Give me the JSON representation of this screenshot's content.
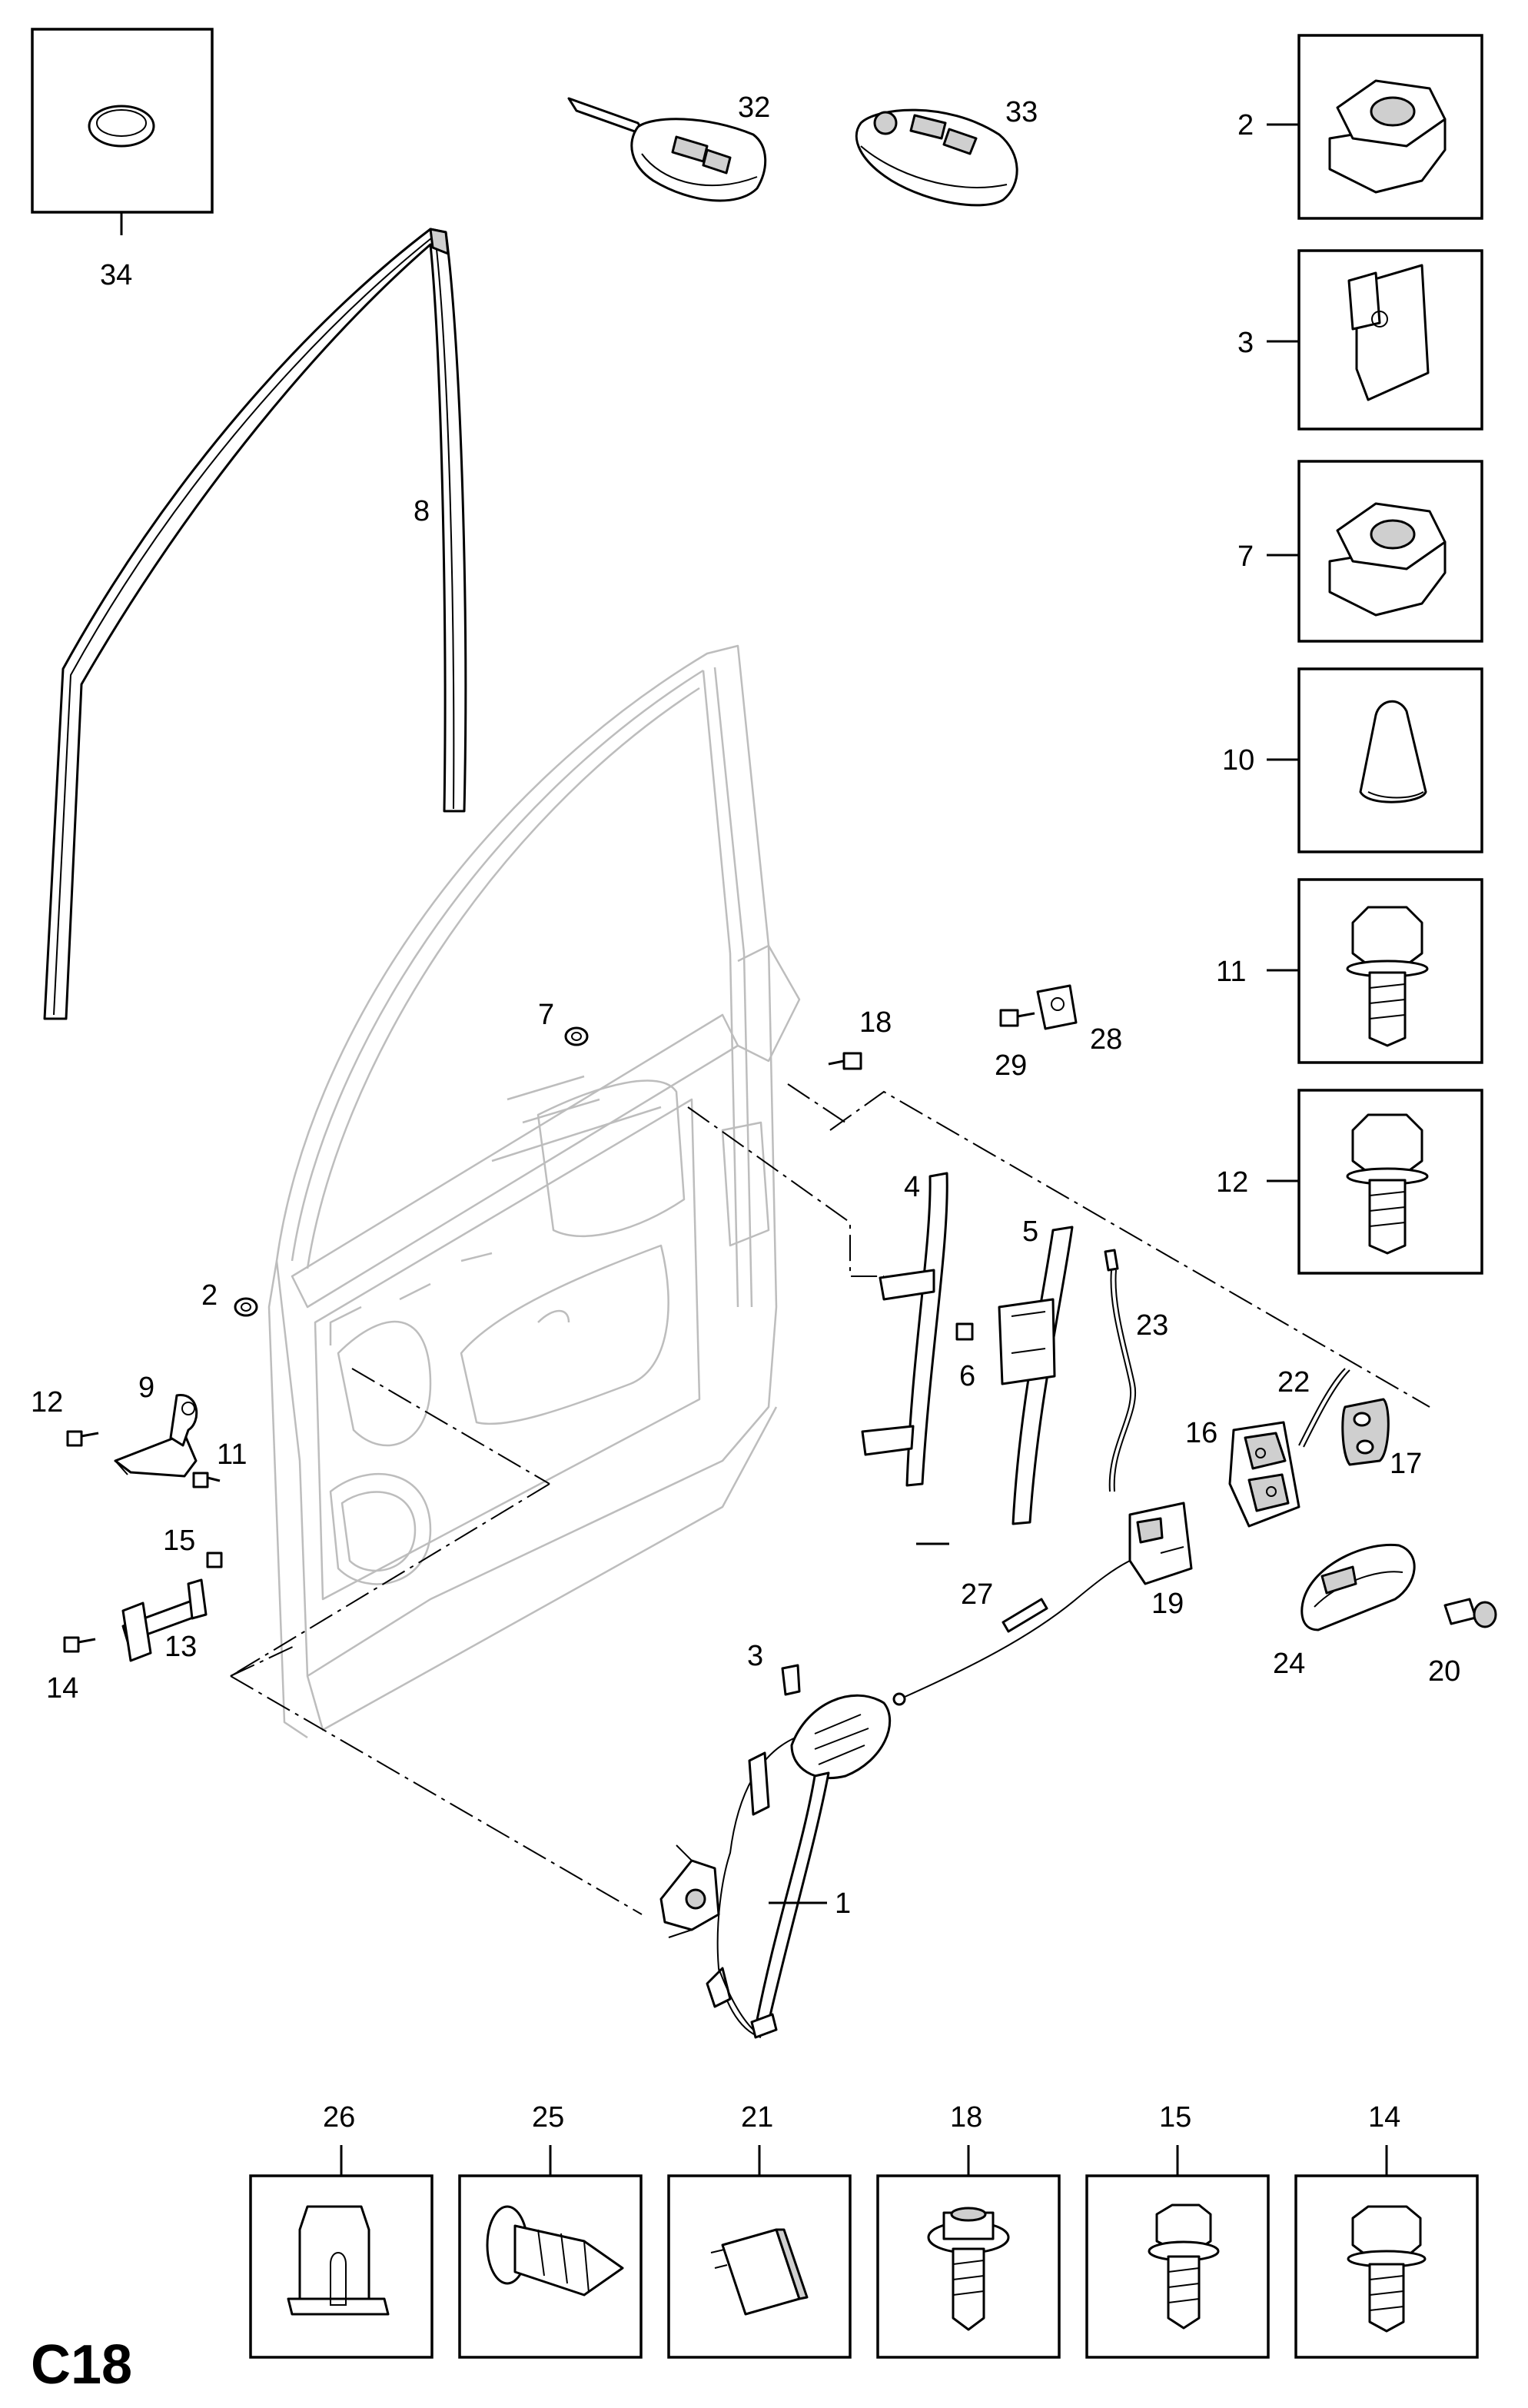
{
  "diagram": {
    "page_code": "C18",
    "callouts": {
      "p1": "1",
      "p2": "2",
      "p3": "3",
      "p4": "4",
      "p5": "5",
      "p6": "6",
      "p7": "7",
      "p8": "8",
      "p9": "9",
      "p11": "11",
      "p12": "12",
      "p13": "13",
      "p14": "14",
      "p15": "15",
      "p16": "16",
      "p17": "17",
      "p18": "18",
      "p19": "19",
      "p20": "20",
      "p22": "22",
      "p23": "23",
      "p24": "24",
      "p27": "27",
      "p28": "28",
      "p29": "29",
      "p32": "32",
      "p33": "33"
    },
    "right_boxes": [
      "2",
      "3",
      "7",
      "10",
      "11",
      "12"
    ],
    "bottom_boxes": [
      "26",
      "25",
      "21",
      "18",
      "15",
      "14"
    ],
    "corner_box": "34"
  }
}
